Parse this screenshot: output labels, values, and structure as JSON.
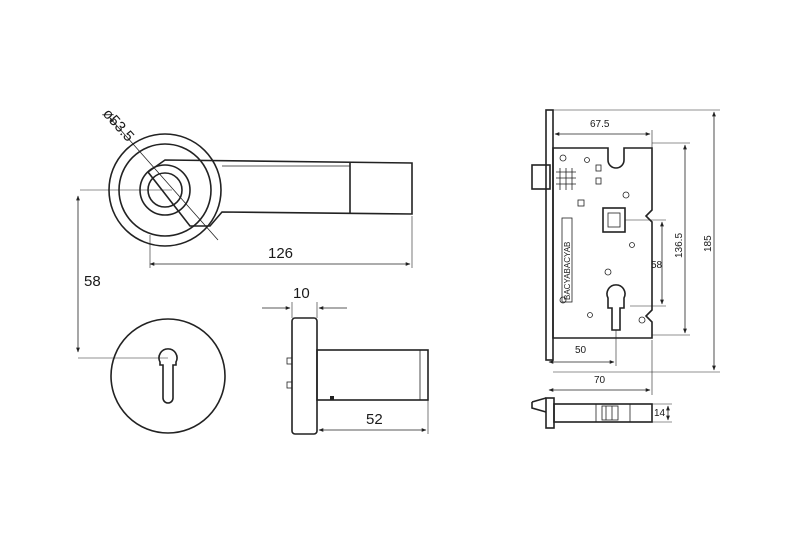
{
  "labels": {
    "rose_diameter": "ø53.5",
    "lever_length": "126",
    "center_distance": "58",
    "rose_thickness": "10",
    "spindle_length": "52",
    "backset_plate": "67.5",
    "lock_height": "185",
    "faceplate_height": "136.5",
    "hole_distance": "58",
    "backset": "50",
    "case_width": "70",
    "latch_projection": "14",
    "case_text": "BACYABACYAB"
  }
}
